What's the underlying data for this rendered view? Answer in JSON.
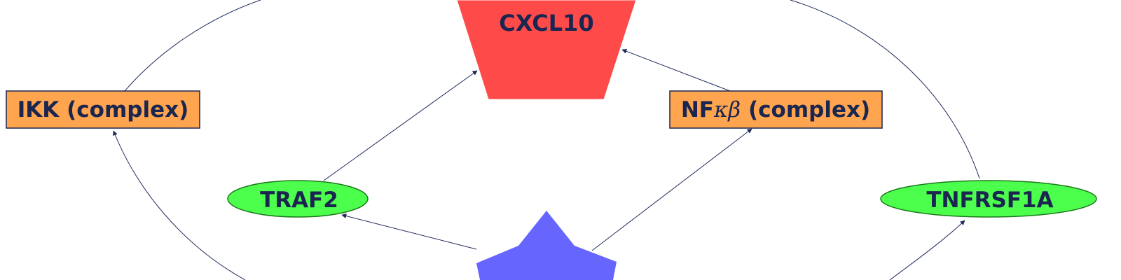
{
  "diagram": {
    "nodes": {
      "cxcl10": {
        "label": "CXCL10",
        "shape": "trapezoid",
        "fill": "#ff4a4a",
        "stroke": "#ffffff"
      },
      "ikk": {
        "label": "IKK (complex)",
        "shape": "rectangle",
        "fill": "#ffa54f",
        "stroke": "#1a2550"
      },
      "nfkb": {
        "label_prefix": "NF",
        "label_math": "κβ",
        "label_suffix": " (complex)",
        "shape": "rectangle",
        "fill": "#ffa54f",
        "stroke": "#1a2550"
      },
      "traf2": {
        "label": "TRAF2",
        "shape": "ellipse",
        "fill": "#4dff4d",
        "stroke": "#1a7a1a"
      },
      "tnfrsf1a": {
        "label": "TNFRSF1A",
        "shape": "ellipse",
        "fill": "#4dff4d",
        "stroke": "#1a7a1a"
      },
      "hub": {
        "shape": "star",
        "fill": "#6666ff",
        "stroke": "#6666ff"
      }
    },
    "edge_color": "#1f2a5a",
    "edges": [
      {
        "from": "traf2",
        "to": "cxcl10"
      },
      {
        "from": "nfkb",
        "to": "cxcl10"
      },
      {
        "from": "hub",
        "to": "traf2"
      },
      {
        "from": "hub",
        "to": "nfkb"
      },
      {
        "from": "hub",
        "to": "ikk"
      },
      {
        "from": "hub",
        "to": "tnfrsf1a"
      },
      {
        "from": "ikk",
        "to": "cxcl10"
      },
      {
        "from": "tnfrsf1a",
        "to": "cxcl10"
      }
    ]
  }
}
